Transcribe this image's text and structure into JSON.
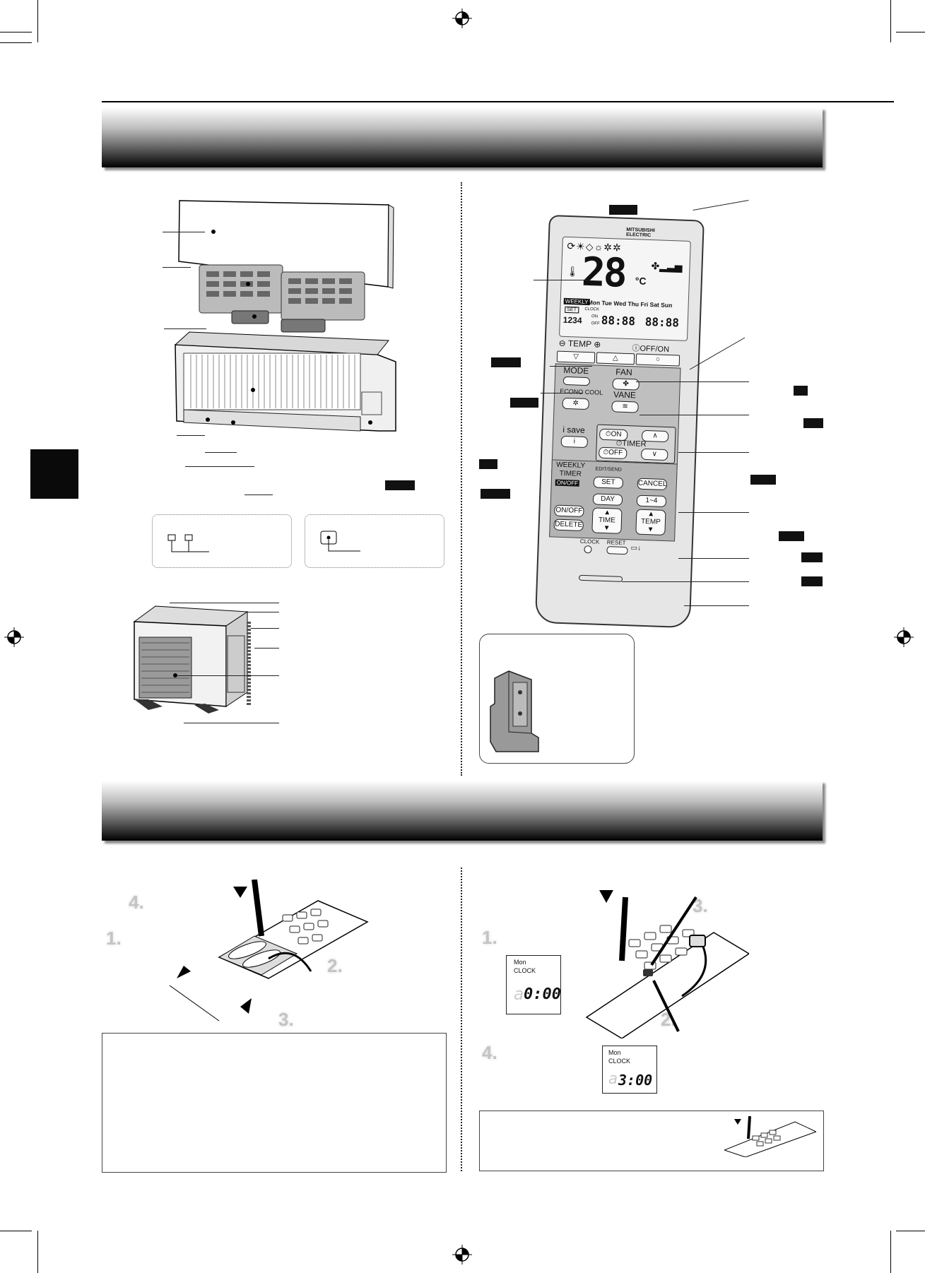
{
  "remote": {
    "brand": "MITSUBISHI ELECTRIC",
    "lcd_temp": "28",
    "lcd_unit": "°C",
    "weekly_label": "WEEKLY",
    "set_label": "SET",
    "days": "Mon Tue Wed Thu Fri Sat Sun",
    "digits": "1234",
    "clock_label": "CLOCK",
    "on_small": "ON",
    "off_small": "OFF",
    "time_a": "88:88",
    "time_b": "88:88",
    "temp_label": "TEMP",
    "offon_label": "OFF/ON",
    "mode_label": "MODE",
    "fan_label": "FAN",
    "econo_label": "ECONO COOL",
    "vane_label": "VANE",
    "isave_label": "i save",
    "timer_on": "ON",
    "timer_label": "TIMER",
    "timer_off": "OFF",
    "weekly_timer": "WEEKLY TIMER",
    "weekly_onoff": "ON/OFF",
    "edit_send": "EDIT/SEND",
    "set_btn": "SET",
    "cancel_btn": "CANCEL",
    "day_btn": "DAY",
    "range_btn": "1~4",
    "onoff_btn": "ON/OFF",
    "delete_btn": "DELETE",
    "time_btn": "TIME",
    "temp_btn": "TEMP",
    "clock_btn": "CLOCK",
    "reset_btn": "RESET"
  },
  "steps_left": [
    "4.",
    "1.",
    "2.",
    "3."
  ],
  "steps_right": [
    "1.",
    "2.",
    "3.",
    "4."
  ],
  "lcd1": {
    "day": "Mon",
    "label": "CLOCK",
    "time": "0:00",
    "dim": "a"
  },
  "lcd2": {
    "day": "Mon",
    "label": "CLOCK",
    "time": "3:00",
    "dim": "a"
  }
}
